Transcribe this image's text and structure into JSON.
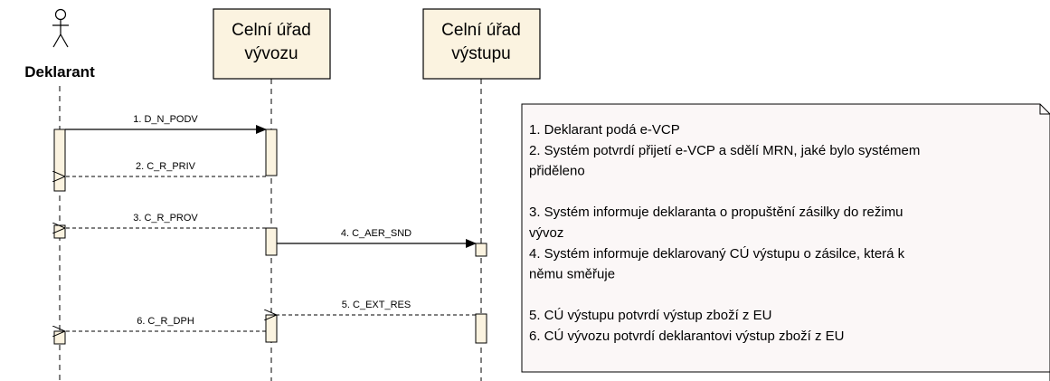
{
  "actor": {
    "name": "Deklarant"
  },
  "lifelines": [
    {
      "line1": "Celní úřad",
      "line2": "vývozu"
    },
    {
      "line1": "Celní úřad",
      "line2": "výstupu"
    }
  ],
  "messages": [
    {
      "label": "1. D_N_PODV"
    },
    {
      "label": "2. C_R_PRIV"
    },
    {
      "label": "3. C_R_PROV"
    },
    {
      "label": "4. C_AER_SND"
    },
    {
      "label": "5. C_EXT_RES"
    },
    {
      "label": "6. C_R_DPH"
    }
  ],
  "note": {
    "lines": [
      "1. Deklarant podá e-VCP",
      "2. Systém potvrdí přijetí e-VCP a sdělí MRN, jaké bylo systémem",
      "přiděleno",
      "",
      "3. Systém informuje deklaranta o propuštění zásilky do režimu",
      "vývoz",
      "4. Systém informuje deklarovaný CÚ výstupu o zásilce, která k",
      "němu směřuje",
      "",
      "5. CÚ výstupu potvrdí výstup zboží z EU",
      "6. CÚ vývozu potvrdí deklarantovi výstup zboží z EU"
    ]
  },
  "colors": {
    "box_fill": "#fbf3e0",
    "note_fill": "#fbf7f7",
    "line": "#000000"
  }
}
